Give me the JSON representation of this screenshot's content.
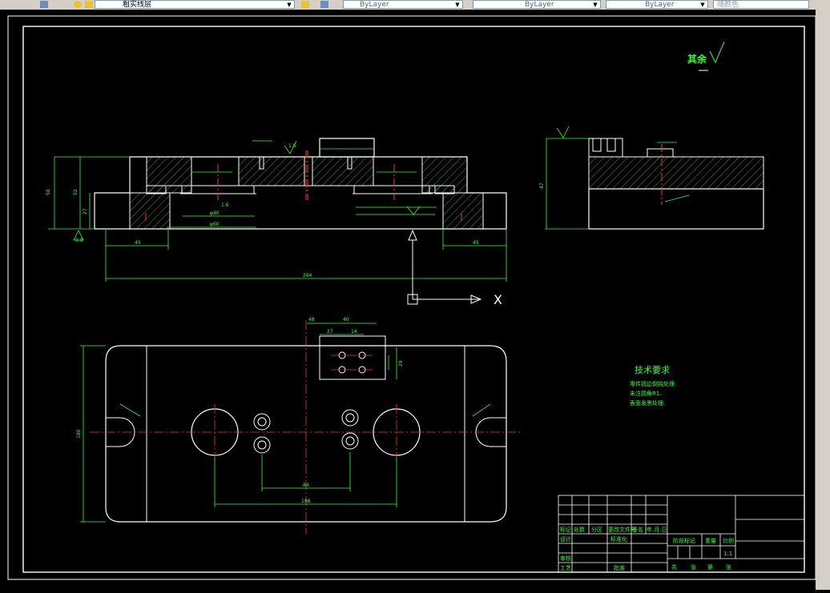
{
  "toolbar": {
    "layer_name": "粗实线层",
    "color_value": "ByLayer",
    "linetype_value": "ByLayer",
    "lineweight_value": "ByLayer",
    "plotstyle_value": "随颜色"
  },
  "drawing": {
    "roughness_note": "其余",
    "dimensions": {
      "front_height_outer": "58",
      "front_height_mid": "52",
      "front_height_inner": "27",
      "front_left_45": "45",
      "front_right_45": "45",
      "front_total": "264",
      "front_phi60": "φ60",
      "front_phi40": "φ40",
      "side_height": "47",
      "top_total_h": "180",
      "top_48": "48",
      "top_40": "40",
      "top_27": "27",
      "top_14": "14",
      "top_29": "29",
      "top_spacing_84": "84",
      "top_spacing_198": "198",
      "roughness_16": "1.6",
      "roughness_08": "0.8"
    },
    "tech_requirements": {
      "title": "技术要求",
      "line1": "零件锐边倒钝处理.",
      "line2": "未注圆角R1.",
      "line3": "表面发黑处理."
    },
    "axis_x_label": "X",
    "title_block": {
      "row_labels": [
        "标记",
        "处数",
        "分区",
        "更改文件号",
        "签名",
        "年.月.日"
      ],
      "design": "设计",
      "standard": "标准化",
      "check": "审核",
      "process": "工艺",
      "approve": "批准",
      "stage_mark": "阶段标记",
      "weight": "重量",
      "scale": "比例",
      "scale_value": "1:1",
      "sheets_total": "共",
      "sheets": "张",
      "sheet_no": "第",
      "sheet": "张"
    }
  }
}
